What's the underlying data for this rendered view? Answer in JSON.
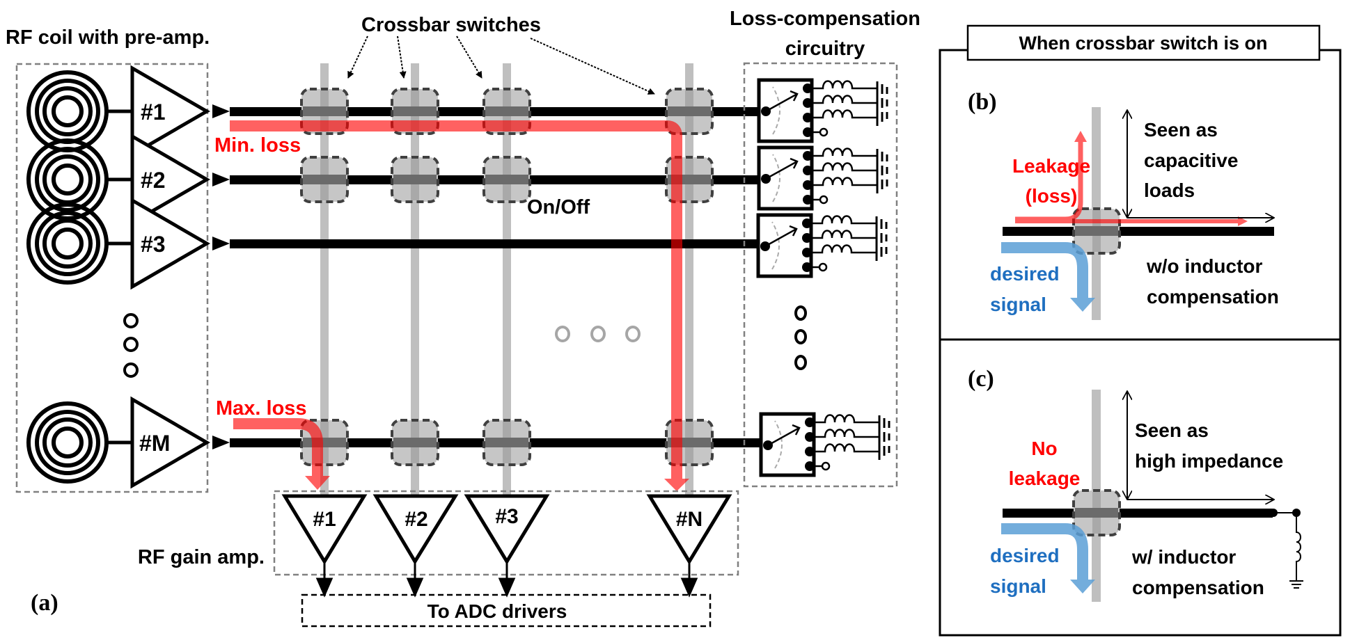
{
  "figure": {
    "panel_a": {
      "label": "(a)",
      "coil_group_title": "RF coil with pre-amp.",
      "crossbar_title": "Crossbar switches",
      "loss_comp_title_line1": "Loss-compensation",
      "loss_comp_title_line2": "circuitry",
      "gain_amp_title": "RF gain amp.",
      "adc_label": "To ADC drivers",
      "on_off_label": "On/Off",
      "min_loss_label": "Min. loss",
      "max_loss_label": "Max. loss",
      "preamps": [
        "#1",
        "#2",
        "#3",
        "#M"
      ],
      "gain_amps": [
        "#1",
        "#2",
        "#3",
        "#N"
      ]
    },
    "right_panel": {
      "title": "When crossbar switch is on",
      "panel_b": {
        "label": "(b)",
        "leak_line1": "Leakage",
        "leak_line2": "(loss)",
        "signal_line1": "desired",
        "signal_line2": "signal",
        "seen_line1": "Seen as",
        "seen_line2": "capacitive",
        "seen_line3": "loads",
        "comp_line1": "w/o inductor",
        "comp_line2": "compensation"
      },
      "panel_c": {
        "label": "(c)",
        "leak_line1": "No",
        "leak_line2": "leakage",
        "signal_line1": "desired",
        "signal_line2": "signal",
        "seen_line1": "Seen as",
        "seen_line2": "high impedance",
        "comp_line1": "w/ inductor",
        "comp_line2": "compensation"
      }
    },
    "colors": {
      "loss_path": "#ff5a5a",
      "desired_signal": "#5b9fd6",
      "leak_text": "#ff0000",
      "signal_text": "#1f6fc0",
      "bus_gray": "#bfbfbf",
      "switch_fill": "#c8c8c8"
    }
  }
}
